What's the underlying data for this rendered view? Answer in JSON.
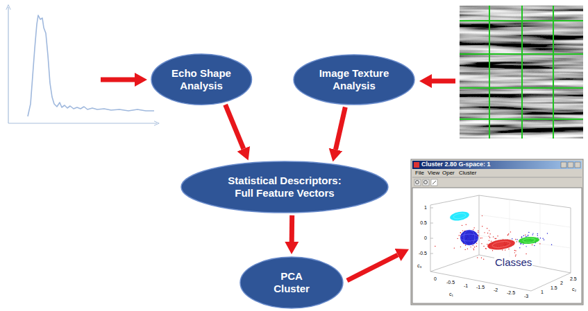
{
  "diagram": {
    "nodes": [
      {
        "text": [
          "Echo Shape Analysis"
        ]
      },
      {
        "text": [
          "Image Texture Analysis"
        ]
      },
      {
        "text": [
          "Statistical Descriptors: Full Feature Vectors"
        ]
      },
      {
        "text": [
          "PCA Cluster"
        ]
      }
    ],
    "edges": [
      {
        "from": 0,
        "to": 2,
        "arrow": "to"
      },
      {
        "from": 1,
        "to": 2,
        "arrow": "to"
      },
      {
        "from": 2,
        "to": 3,
        "arrow": "to"
      }
    ],
    "labels": [
      "Cluster 2.80 G-space: 1",
      "File",
      "View",
      "Oper",
      "Cluster",
      "1",
      "0.5",
      "0",
      "-0.5",
      "0",
      "-0.5",
      "-1",
      "-1.5",
      "-2",
      "-2.5",
      "-3",
      "1",
      "1.5",
      "2",
      "2.5",
      "c₃",
      "c₁",
      "c₂",
      "Classes"
    ]
  }
}
